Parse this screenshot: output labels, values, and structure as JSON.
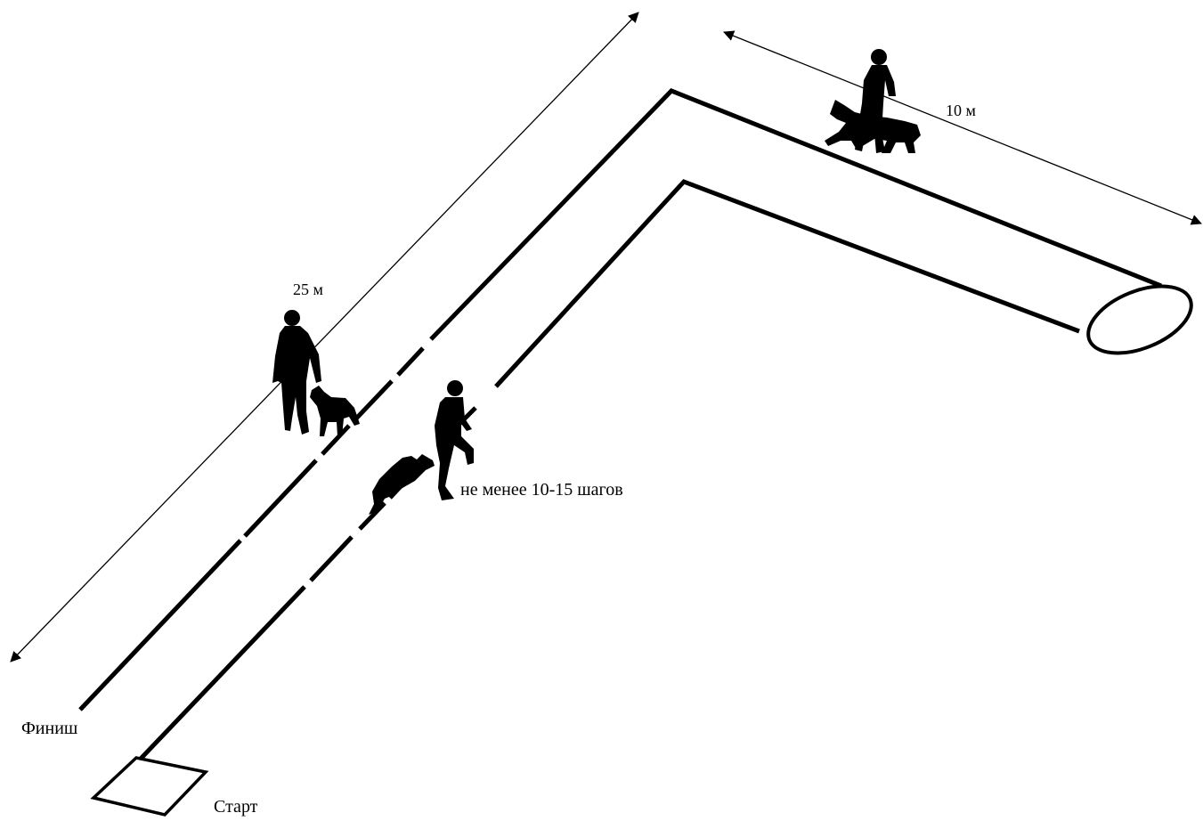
{
  "labels": {
    "dim_long": "25 м",
    "dim_short": "10 м",
    "note": "не менее 10-15 шагов",
    "finish": "Финиш",
    "start": "Старт"
  },
  "icons": {
    "walking_handler": "person-walking-with-dog-icon",
    "running_helper": "person-running-icon",
    "standing_handler": "person-standing-with-dog-icon"
  },
  "colors": {
    "ink": "#000000",
    "background": "#ffffff"
  }
}
